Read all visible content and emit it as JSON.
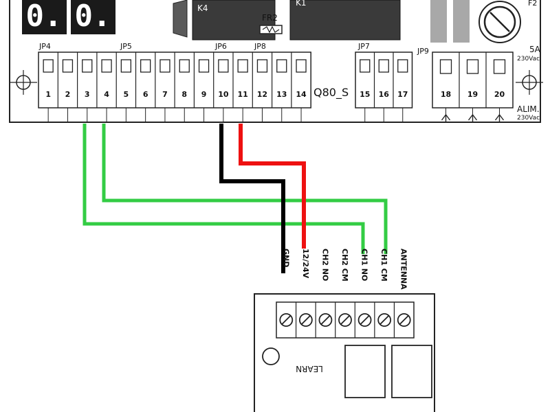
{
  "controller": {
    "model_label": "Q80_S",
    "display_digits": "0.0.",
    "relay_k4": "K4",
    "relay_k1": "K1",
    "varistor": "FR2",
    "fuse": "F2",
    "fuse_rating": "5A",
    "fuse_voltage": "230Vac",
    "power_label": "ALIM.",
    "power_voltage": "230Vac",
    "jumpers": [
      "JP4",
      "JP5",
      "JP6",
      "JP8",
      "JP7",
      "JP9"
    ],
    "terminals_main": [
      "1",
      "2",
      "3",
      "4",
      "5",
      "6",
      "7",
      "8",
      "9",
      "10",
      "11",
      "12",
      "13",
      "14"
    ],
    "terminals_mid": [
      "15",
      "16",
      "17"
    ],
    "terminals_power": [
      "18",
      "19",
      "20"
    ]
  },
  "receiver": {
    "terminal_labels": [
      "GND",
      "12/24V",
      "CH2 NO",
      "CH2 CM",
      "CH1 NO",
      "CH1 CM",
      "ANTENNA"
    ],
    "learn_label": "LEARN"
  },
  "wires": [
    {
      "from": "3",
      "to": "CH1 NO",
      "color": "#2ecc40"
    },
    {
      "from": "4",
      "to": "CH1 CM",
      "color": "#2ecc40"
    },
    {
      "from": "10",
      "to": "GND",
      "color": "#000000"
    },
    {
      "from": "11",
      "to": "12/24V",
      "color": "#ee1111"
    }
  ]
}
